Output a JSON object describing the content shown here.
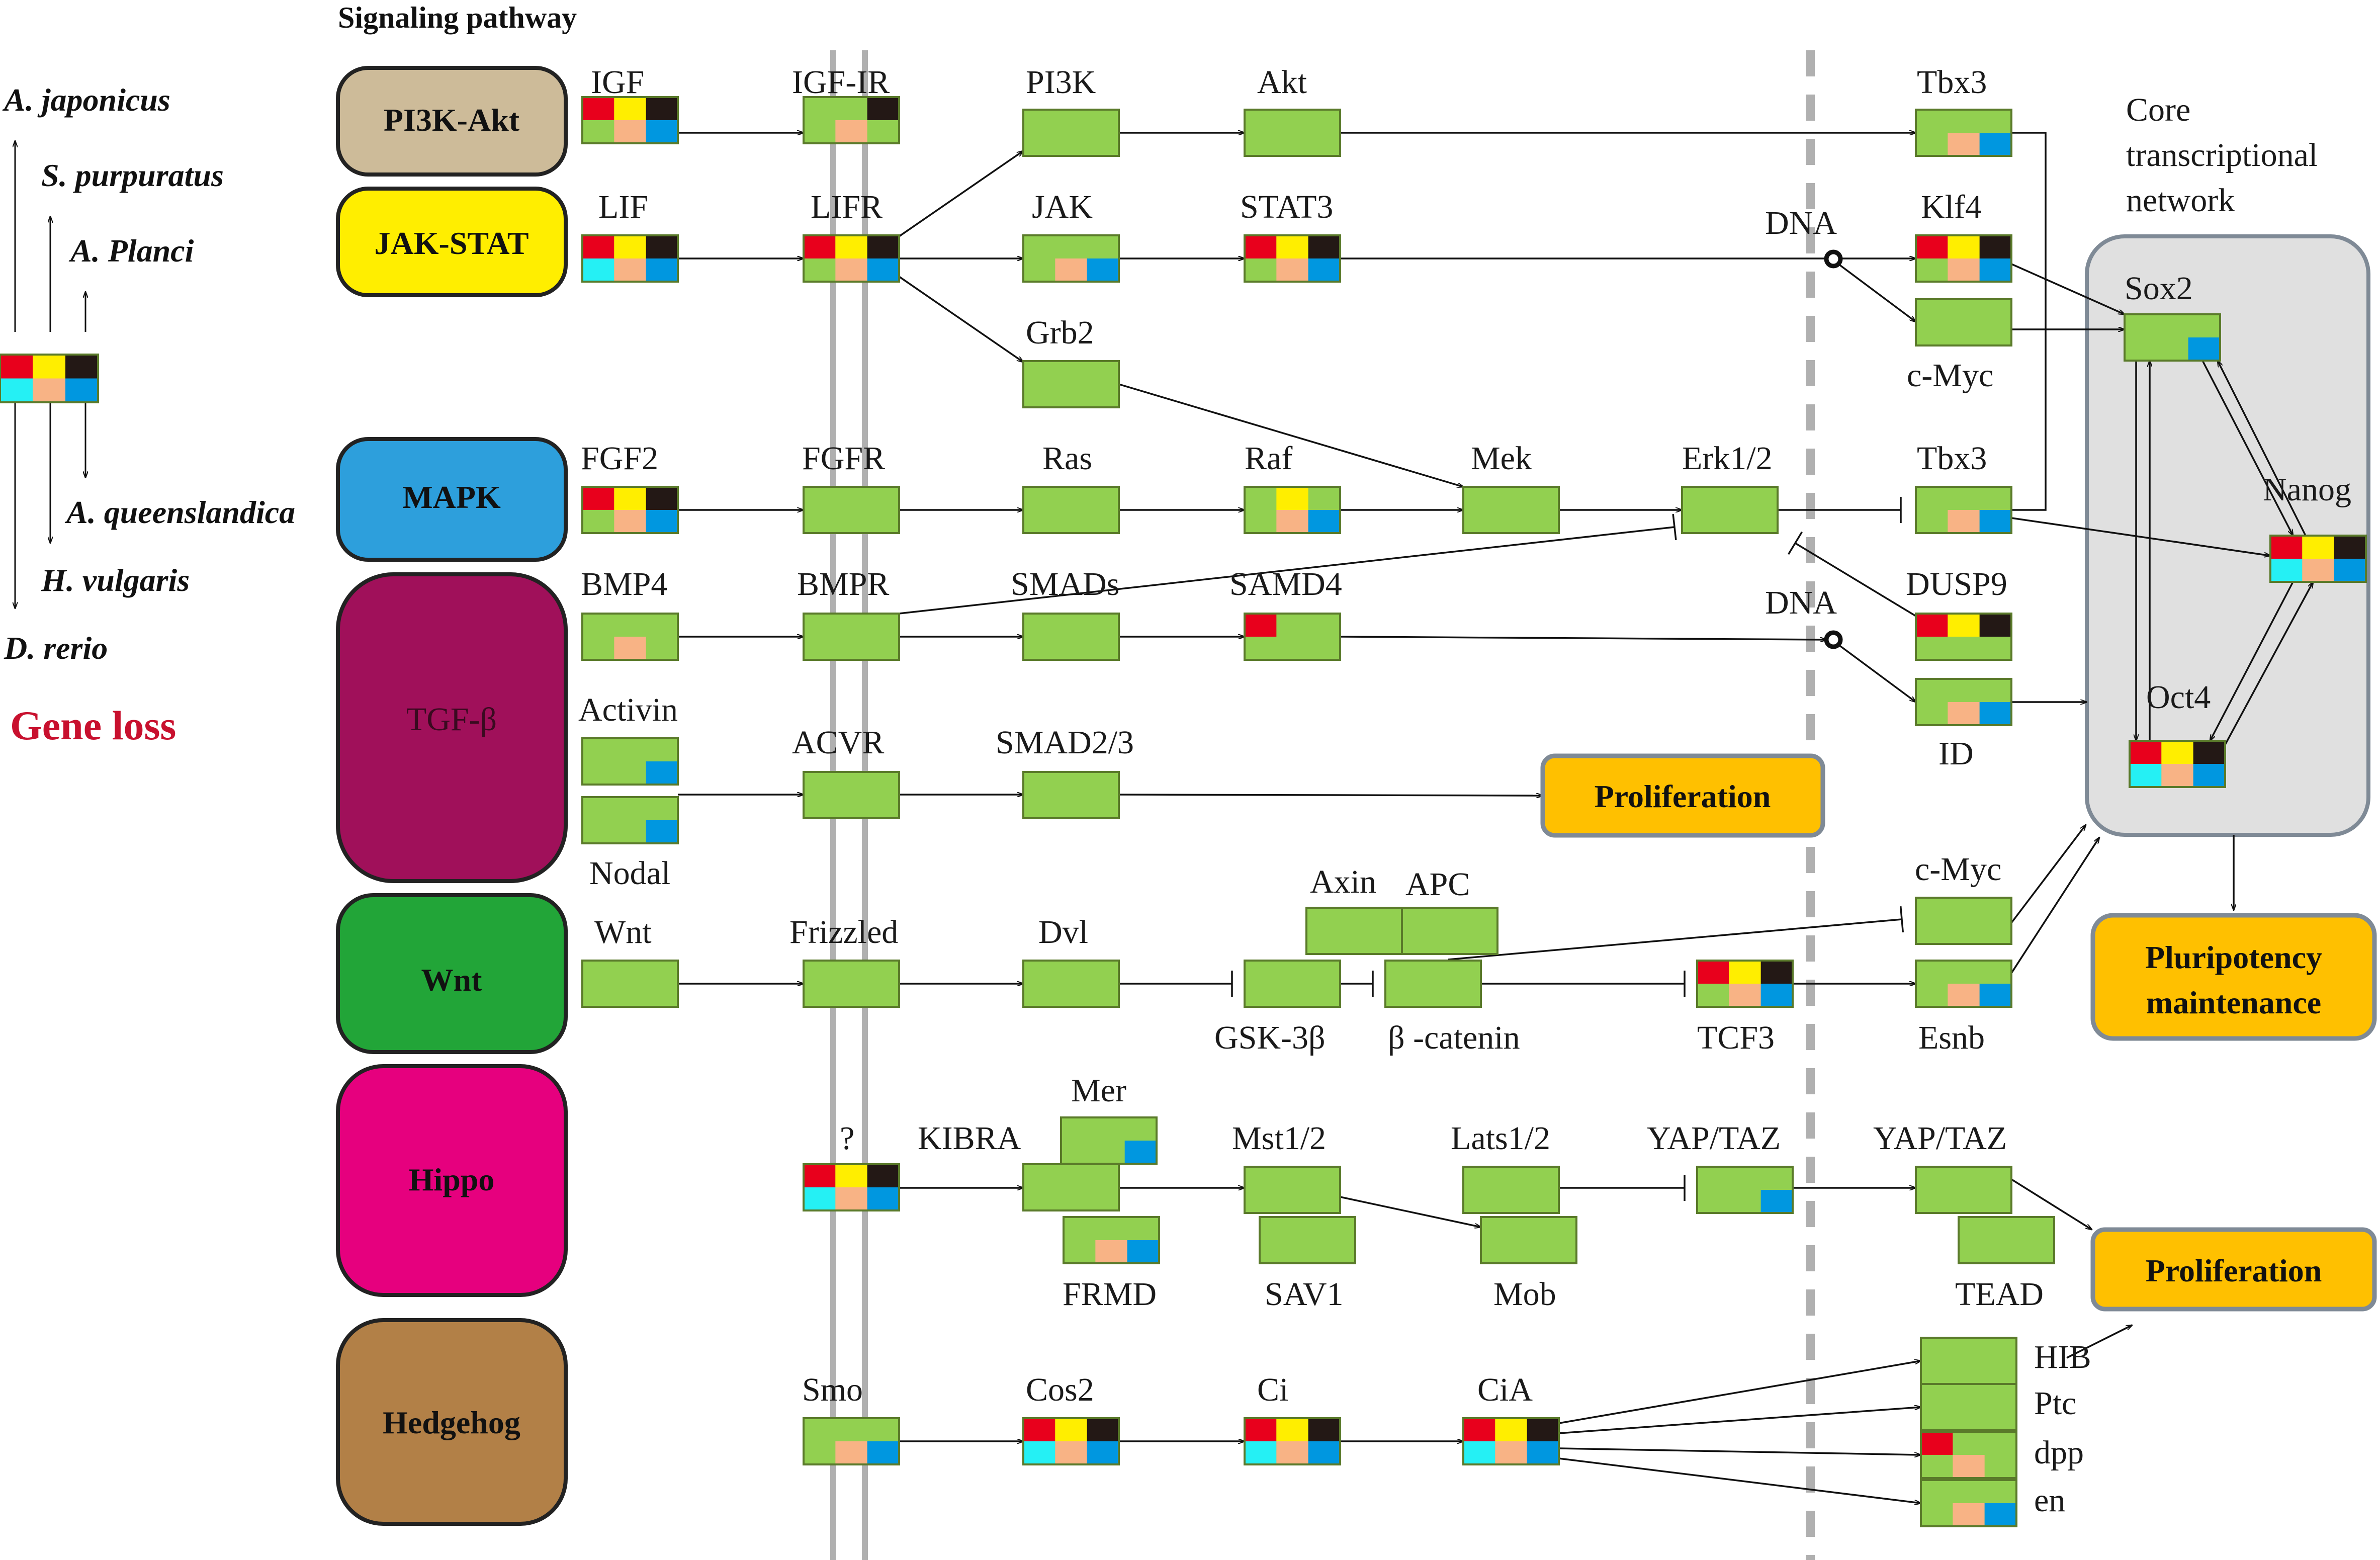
{
  "colors": {
    "gene_green": "#92d050",
    "species": [
      "#e8001c",
      "#ffee00",
      "#231815",
      "#25f0f4",
      "#f8b385",
      "#0097e0"
    ],
    "node_stroke": "#5a7a2a",
    "gene_loss_red": "#c8102e",
    "proliferation_fill": "#ffc000",
    "core_fill": "#e0e0e0",
    "core_stroke": "#7f8a96"
  },
  "header": {
    "title": "Signaling pathway"
  },
  "legend": {
    "species": [
      "A. japonicus",
      "S. purpuratus",
      "A. Planci",
      "A. queenslandica",
      "H. vulgaris",
      "D. rerio"
    ],
    "gene_loss": "Gene loss"
  },
  "pathways": [
    {
      "label": "PI3K-Akt",
      "color": "#cdbb99"
    },
    {
      "label": "JAK-STAT",
      "color": "#ffee00"
    },
    {
      "label": "MAPK",
      "color": "#2d9fdc"
    },
    {
      "label": "TGF-β",
      "color": "#a0105a"
    },
    {
      "label": "Wnt",
      "color": "#22a538"
    },
    {
      "label": "Hippo",
      "color": "#e6007e"
    },
    {
      "label": "Hedgehog",
      "color": "#b28047"
    }
  ],
  "genes": {
    "igf": "IGF",
    "igfir": "IGF-IR",
    "pi3k": "PI3K",
    "akt": "Akt",
    "tbx3a": "Tbx3",
    "lif": "LIF",
    "lifr": "LIFR",
    "jak": "JAK",
    "stat3": "STAT3",
    "dna1": "DNA",
    "klf4": "Klf4",
    "cmyc1": "c-Myc",
    "grb2": "Grb2",
    "fgf2": "FGF2",
    "fgfr": "FGFR",
    "ras": "Ras",
    "raf": "Raf",
    "mek": "Mek",
    "erk": "Erk1/2",
    "tbx3b": "Tbx3",
    "bmp4": "BMP4",
    "bmpr": "BMPR",
    "smads": "SMADs",
    "samd4": "SAMD4",
    "dna2": "DNA",
    "dusp9": "DUSP9",
    "id": "ID",
    "activin": "Activin",
    "nodal": "Nodal",
    "acvr": "ACVR",
    "smad23": "SMAD2/3",
    "wnt": "Wnt",
    "frizzled": "Frizzled",
    "dvl": "Dvl",
    "axin": "Axin",
    "apc": "APC",
    "gsk": "GSK-3β",
    "bcat": "β -catenin",
    "tcf3": "TCF3",
    "cmyc2": "c-Myc",
    "esnb": "Esnb",
    "q": "?",
    "kibra": "KIBRA",
    "mer": "Mer",
    "frmd": "FRMD",
    "mst": "Mst1/2",
    "sav1": "SAV1",
    "lats": "Lats1/2",
    "mob": "Mob",
    "yap1": "YAP/TAZ",
    "yap2": "YAP/TAZ",
    "tead": "TEAD",
    "smo": "Smo",
    "cos2": "Cos2",
    "ci": "Ci",
    "cia": "CiA",
    "hib": "HIB",
    "ptc": "Ptc",
    "dpp": "dpp",
    "en": "en"
  },
  "core": {
    "title_lines": [
      "Core",
      "transcriptional",
      "network"
    ],
    "sox2": "Sox2",
    "nanog": "Nanog",
    "oct4": "Oct4"
  },
  "outcomes": {
    "prolif1": "Proliferation",
    "pluri_lines": [
      "Pluripotency",
      "maintenance"
    ],
    "prolif2": "Proliferation"
  }
}
